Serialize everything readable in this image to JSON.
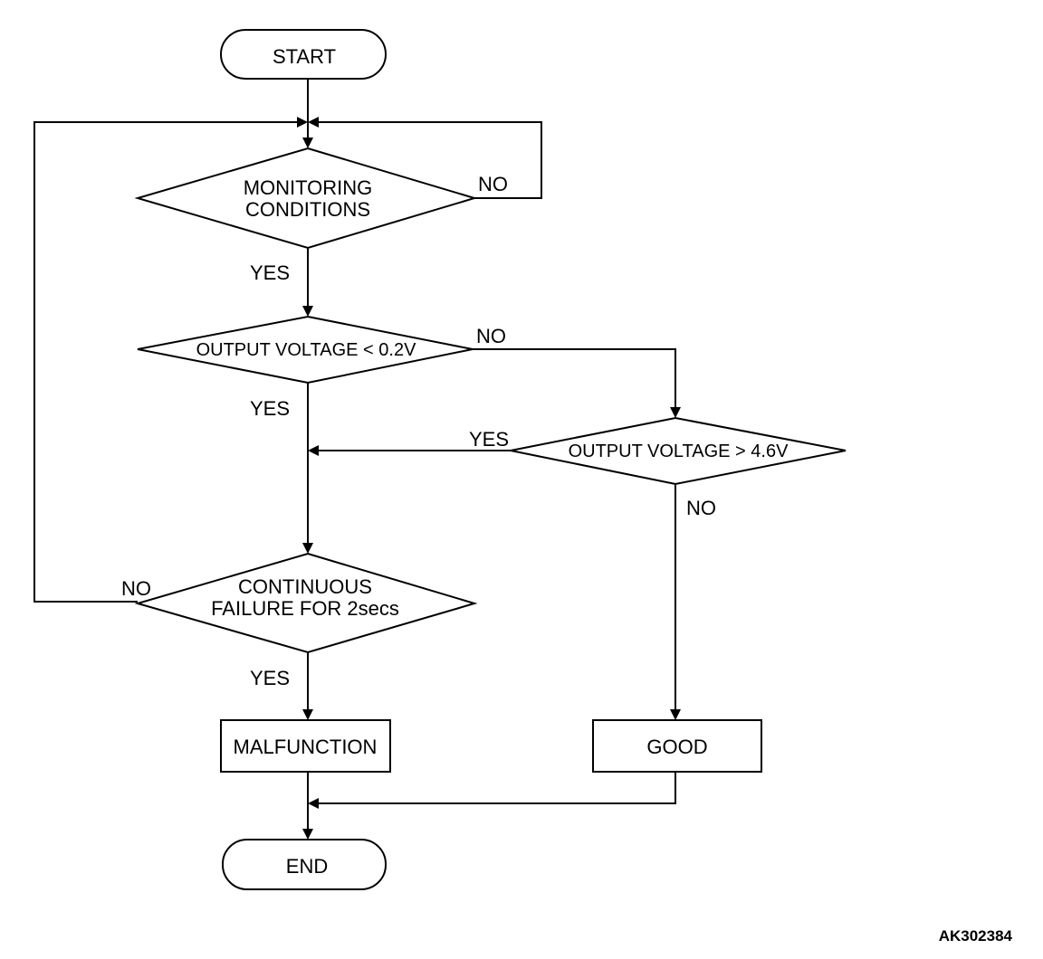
{
  "diagram": {
    "nodes": {
      "start": "START",
      "monitoring_line1": "MONITORING",
      "monitoring_line2": "CONDITIONS",
      "output_low": "OUTPUT VOLTAGE < 0.2V",
      "output_high": "OUTPUT VOLTAGE > 4.6V",
      "continuous_line1": "CONTINUOUS",
      "continuous_line2": "FAILURE FOR 2secs",
      "malfunction": "MALFUNCTION",
      "good": "GOOD",
      "end": "END"
    },
    "edge_labels": {
      "monitoring_no": "NO",
      "monitoring_yes": "YES",
      "output_low_no": "NO",
      "output_low_yes": "YES",
      "output_high_yes": "YES",
      "output_high_no": "NO",
      "continuous_no": "NO",
      "continuous_yes": "YES"
    },
    "reference_code": "AK302384"
  }
}
